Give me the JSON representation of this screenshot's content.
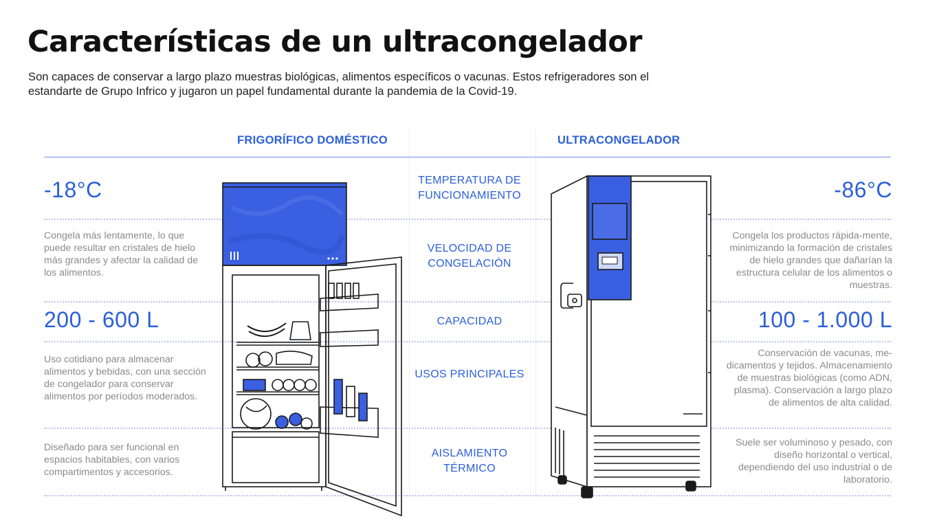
{
  "header": {
    "title": "Características de un ultracongelador",
    "subtitle": "Son capaces de conservar a largo plazo muestras biológicas, alimentos específicos o vacunas. Estos refrigeradores son el estandarte de Grupo Infrico y jugaron un papel fundamental durante la pandemia de la Covid-19."
  },
  "columns": {
    "domestic": "FRIGORÍFICO DOMÉSTICO",
    "ultra": "ULTRACONGELADOR"
  },
  "categories": {
    "temperature": "TEMPERATURA DE FUNCIONAMIENTO",
    "speed": "VELOCIDAD DE CONGELACIÓN",
    "capacity": "CAPACIDAD",
    "uses": "USOS PRINCIPALES",
    "insulation": "AISLAMIENTO TÉRMICO"
  },
  "domestic": {
    "temperature": "-18°C",
    "speed": "Congela más lentamente, lo que puede resultar en cristales de hielo más grandes y afectar la calidad de los alimentos.",
    "capacity": "200 - 600 L",
    "uses": "Uso cotidiano para almacenar alimentos y bebidas, con una sección de congelador para conservar alimentos por períodos moderados.",
    "insulation": "Diseñado para ser funcional en espacios habitables, con varios compartimentos y accesorios."
  },
  "ultra": {
    "temperature": "-86°C",
    "speed": "Congela los productos rápida-mente, minimizando la formación de cristales de hielo grandes que dañarían la estructura celular de los alimentos o muestras.",
    "capacity": "100 - 1.000 L",
    "uses": "Conservación de vacunas, me-dicamentos y tejidos. Almacenamiento de muestras biológicas (como ADN, plasma). Conservación a largo plazo de alimentos de alta calidad.",
    "insulation": "Suele ser voluminoso y pesado, con diseño horizontal o vertical, dependiendo del uso industrial o de laboratorio."
  },
  "colors": {
    "accent": "#2b5fd9",
    "illustration_blue": "#3a5fe0",
    "muted_text": "#8a8a8a",
    "line": "#1a1a1a"
  }
}
